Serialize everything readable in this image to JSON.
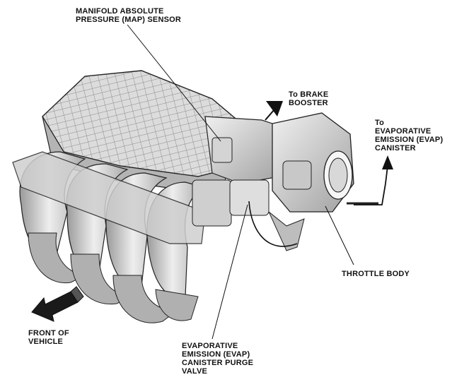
{
  "labels": {
    "map_sensor": [
      "MANIFOLD ABSOLUTE",
      "PRESSURE (MAP) SENSOR"
    ],
    "brake_booster": [
      "To BRAKE",
      "BOOSTER"
    ],
    "evap_canister": [
      "To",
      "EVAPORATIVE",
      "EMISSION (EVAP)",
      "CANISTER"
    ],
    "throttle_body": [
      "THROTTLE BODY"
    ],
    "front_of_vehicle": [
      "FRONT OF",
      "VEHICLE"
    ],
    "purge_valve": [
      "EVAPORATIVE",
      "EMISSION (EVAP)",
      "CANISTER PURGE",
      "VALVE"
    ]
  },
  "colors": {
    "ink": "#111111",
    "metal_light": "#e6e6e6",
    "metal_mid": "#c4c4c4",
    "metal_dark": "#8a8a8a",
    "paper": "#ffffff"
  }
}
